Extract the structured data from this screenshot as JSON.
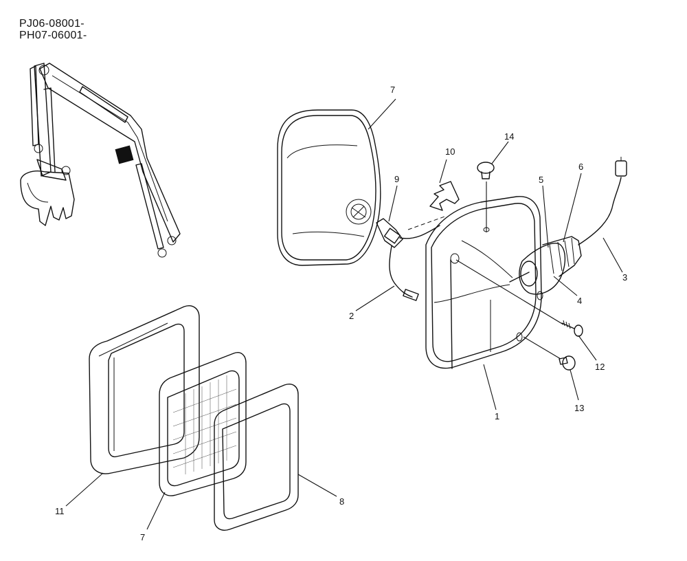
{
  "serial_ranges": [
    "PJ06-08001-",
    "PH07-06001-"
  ],
  "callouts": [
    {
      "id": "c7-top",
      "text": "7"
    },
    {
      "id": "c10",
      "text": "10"
    },
    {
      "id": "c14",
      "text": "14"
    },
    {
      "id": "c9",
      "text": "9"
    },
    {
      "id": "c5",
      "text": "5"
    },
    {
      "id": "c6",
      "text": "6"
    },
    {
      "id": "c3",
      "text": "3"
    },
    {
      "id": "c4",
      "text": "4"
    },
    {
      "id": "c2",
      "text": "2"
    },
    {
      "id": "c12",
      "text": "12"
    },
    {
      "id": "c13",
      "text": "13"
    },
    {
      "id": "c1",
      "text": "1"
    },
    {
      "id": "c8",
      "text": "8"
    },
    {
      "id": "c11",
      "text": "11"
    },
    {
      "id": "c7-bottom",
      "text": "7"
    }
  ]
}
